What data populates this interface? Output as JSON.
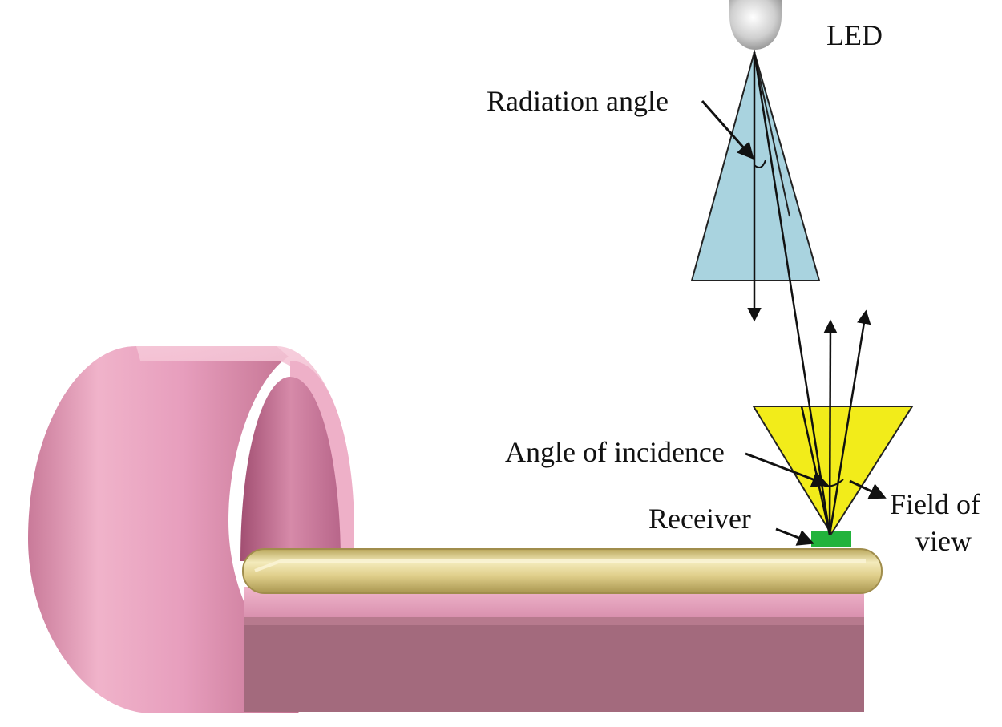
{
  "labels": {
    "led": "LED",
    "radiation_angle": "Radiation angle",
    "angle_of_incidence": "Angle of incidence",
    "receiver": "Receiver",
    "field_of_view_line1": "Field of",
    "field_of_view_line2": "view"
  },
  "colors": {
    "led_cone": "#a9d3df",
    "fov_cone": "#f2ec1a",
    "receiver": "#22b33c",
    "ring": "#e8a2bf",
    "platform_top": "#e7a6c0",
    "platform_front": "#a36a7d",
    "rod": "#e4d494"
  }
}
